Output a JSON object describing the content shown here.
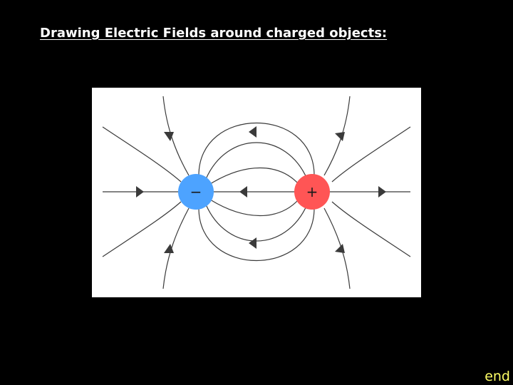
{
  "slide": {
    "title": "Drawing Electric Fields around charged objects:",
    "nav_end_label": "end",
    "nav_end_color": "#ffff66"
  },
  "diagram": {
    "background": "#ffffff",
    "line_color": "#3a3a3a",
    "arrow_color": "#3a3a3a",
    "negative_charge": {
      "symbol": "−",
      "color": "#4da3ff"
    },
    "positive_charge": {
      "symbol": "+",
      "color": "#ff5555"
    },
    "field_direction": "from positive charge to negative charge"
  }
}
